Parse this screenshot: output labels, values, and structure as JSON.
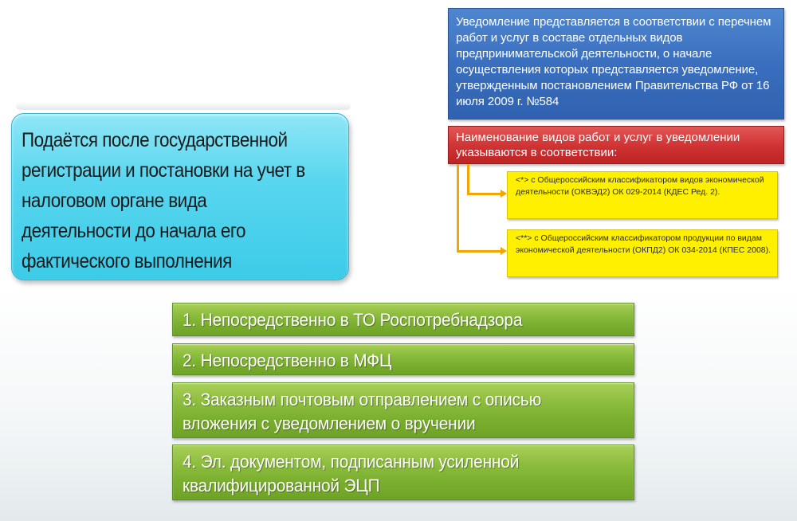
{
  "left_box": {
    "text": "Подаётся после государственной\nрегистрации и постановки на учет в\nналоговом органе вида\nдеятельности до начала его\nфактического выполнения"
  },
  "blue_box": {
    "text": "Уведомление представляется в соответствии с перечнем работ и услуг в составе отдельных видов предпринимательской деятельности, о начале осуществления которых представляется уведомление, утвержденным постановлением Правительства РФ от 16 июля 2009 г. №584"
  },
  "red_box": {
    "text": "Наименование видов работ и услуг в уведомлении указываются в соответствии:"
  },
  "yellow_boxes": [
    {
      "text": "<*> с Общероссийским классификатором видов экономической деятельности (ОКВЭД2) ОК 029-2014 (КДЕС Ред. 2)."
    },
    {
      "text": "<**> с Общероссийским классификатором продукции по видам экономической деятельности (ОКПД2) ОК 034-2014 (КПЕС 2008)."
    }
  ],
  "green_boxes": [
    {
      "text": "1. Непосредственно в ТО Роспотребнадзора"
    },
    {
      "text": "2. Непосредственно в МФЦ"
    },
    {
      "text": "3. Заказным почтовым отправлением с описью\nвложения с уведомлением о вручении"
    },
    {
      "text": "4. Эл. документом, подписанным усиленной\nквалифицированной ЭЦП"
    }
  ],
  "colors": {
    "cyan": "#59d6ef",
    "blue": "#3a6fbf",
    "red": "#cf3232",
    "yellow": "#fff000",
    "green": "#8cbd3e",
    "connector": "#f0a800"
  }
}
